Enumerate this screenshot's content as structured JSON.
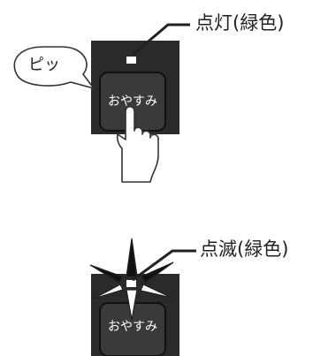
{
  "top": {
    "callout": "点灯(緑色)",
    "button_label": "おやすみ",
    "bubble": "ピッ"
  },
  "bottom": {
    "callout": "点滅(緑色)",
    "button_label": "おやすみ"
  },
  "colors": {
    "panel": "#2a2a2a",
    "button_face": "#3a3a3a",
    "indicator": "#ffffff",
    "line": "#222222"
  },
  "icons": {
    "finger": "pressing-finger-icon",
    "blink": "blink-rays-icon"
  }
}
